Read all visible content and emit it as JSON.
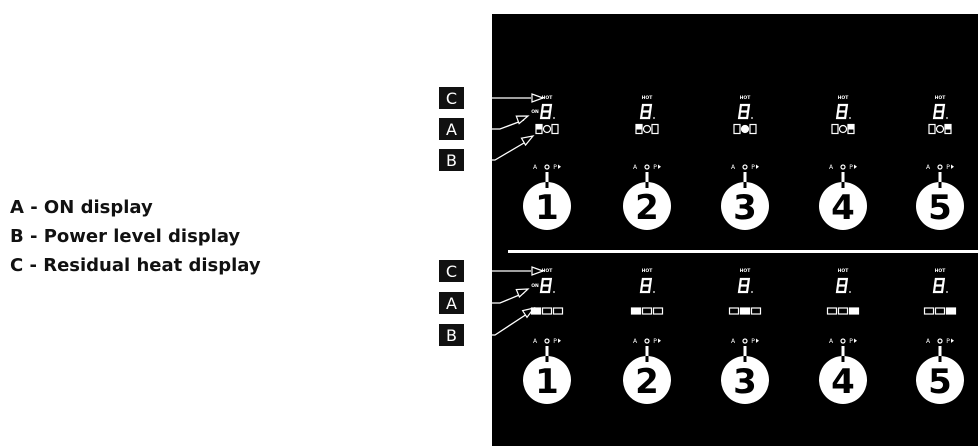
{
  "legend": {
    "items": [
      "A - ON display",
      "B - Power level display",
      "C - Residual heat display"
    ]
  },
  "callouts": [
    "C",
    "A",
    "B"
  ],
  "panel": {
    "hot_label": "HOT",
    "on_label": "ON",
    "digit": "8",
    "control_label_a": "A",
    "control_label_p": "P",
    "rows": [
      {
        "knobs": [
          "1",
          "2",
          "3",
          "4",
          "5"
        ],
        "indicator": "round"
      },
      {
        "knobs": [
          "1",
          "2",
          "3",
          "4",
          "5"
        ],
        "indicator": "bar"
      }
    ]
  },
  "colors": {
    "panel": "#000000",
    "divider": "#ffffff",
    "callout_box": "#111111"
  }
}
